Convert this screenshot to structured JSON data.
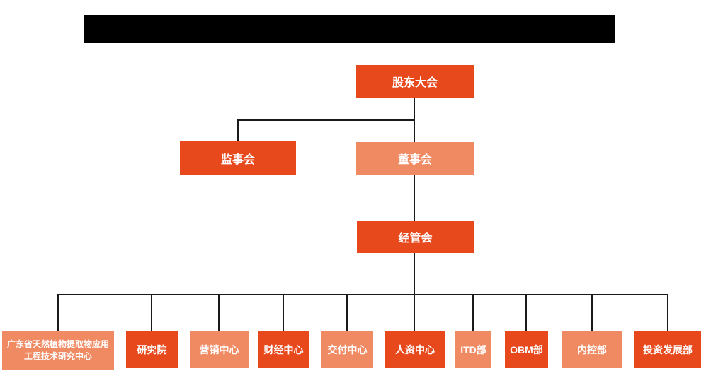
{
  "colors": {
    "primary": "#e8491c",
    "secondary": "#f08a63",
    "connector": "#1a1a1a",
    "redacted_bar": "#000000",
    "node_text": "#ffffff",
    "background": "#ffffff"
  },
  "redacted_title_bar": {
    "content": ""
  },
  "chart": {
    "type": "org-chart",
    "nodes": {
      "shareholders_meeting": {
        "label": "股东大会",
        "variant": "primary",
        "level": 1
      },
      "supervisory_board": {
        "label": "监事会",
        "variant": "primary",
        "level": 2
      },
      "board_of_directors": {
        "label": "董事会",
        "variant": "secondary",
        "level": 2
      },
      "management_committee": {
        "label": "经管会",
        "variant": "primary",
        "level": 3
      },
      "research_center": {
        "label": "广东省天然植物提取物应用工程技术研究中心",
        "variant": "secondary",
        "level": 4
      },
      "research_institute": {
        "label": "研究院",
        "variant": "primary",
        "level": 4
      },
      "marketing_center": {
        "label": "营销中心",
        "variant": "secondary",
        "level": 4
      },
      "finance_center": {
        "label": "财经中心",
        "variant": "primary",
        "level": 4
      },
      "delivery_center": {
        "label": "交付中心",
        "variant": "secondary",
        "level": 4
      },
      "hr_center": {
        "label": "人资中心",
        "variant": "primary",
        "level": 4
      },
      "itd_dept": {
        "label": "ITD部",
        "variant": "secondary",
        "level": 4
      },
      "obm_dept": {
        "label": "OBM部",
        "variant": "primary",
        "level": 4
      },
      "internal_control_dept": {
        "label": "内控部",
        "variant": "secondary",
        "level": 4
      },
      "investment_dev_dept": {
        "label": "投资发展部",
        "variant": "primary",
        "level": 4
      }
    },
    "edges": [
      {
        "from": "shareholders_meeting",
        "to": "supervisory_board"
      },
      {
        "from": "shareholders_meeting",
        "to": "board_of_directors"
      },
      {
        "from": "board_of_directors",
        "to": "management_committee"
      },
      {
        "from": "management_committee",
        "to": "research_center"
      },
      {
        "from": "management_committee",
        "to": "research_institute"
      },
      {
        "from": "management_committee",
        "to": "marketing_center"
      },
      {
        "from": "management_committee",
        "to": "finance_center"
      },
      {
        "from": "management_committee",
        "to": "delivery_center"
      },
      {
        "from": "management_committee",
        "to": "hr_center"
      },
      {
        "from": "management_committee",
        "to": "itd_dept"
      },
      {
        "from": "management_committee",
        "to": "obm_dept"
      },
      {
        "from": "management_committee",
        "to": "internal_control_dept"
      },
      {
        "from": "management_committee",
        "to": "investment_dev_dept"
      }
    ]
  }
}
